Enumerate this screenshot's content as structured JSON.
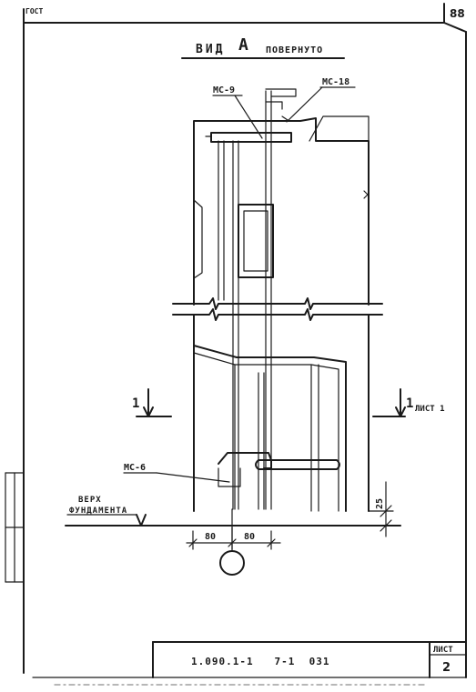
{
  "page_number": "88",
  "corner_mark": "ГОСТ",
  "title": {
    "main": "ВИД",
    "letter": "А",
    "qualifier": "ПОВЕРНУТО"
  },
  "callouts": {
    "mc9": "МС-9",
    "mc18": "МС-18",
    "mc6": "МС-6"
  },
  "section": {
    "left_mark": "1",
    "right_mark": "1",
    "right_sheet_ref": "ЛИСТ 1"
  },
  "foundation_label": {
    "line1": "ВЕРХ",
    "line2": "ФУНДАМЕНТА"
  },
  "dimensions": {
    "left_offset": "80",
    "right_offset": "80",
    "height": "25"
  },
  "title_block": {
    "document_code": "1.090.1-1   7-1  031",
    "sheet_label": "ЛИСТ",
    "sheet_number": "2"
  }
}
